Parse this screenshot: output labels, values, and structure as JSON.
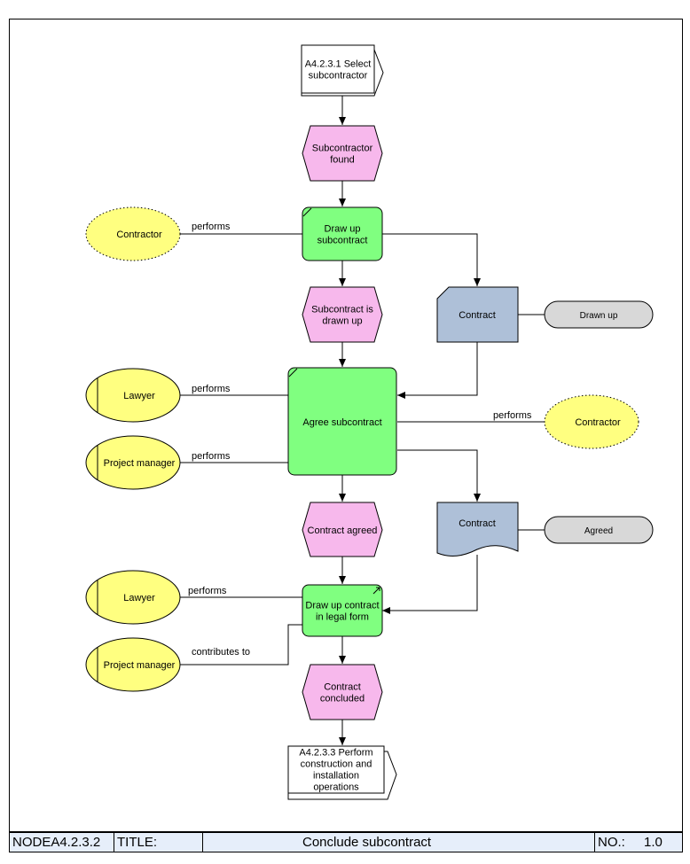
{
  "nodes": {
    "start_interface": {
      "lines": [
        "A4.2.3.1 Select",
        "subcontractor"
      ]
    },
    "event_found": {
      "lines": [
        "Subcontractor",
        "found"
      ]
    },
    "func_drawup": {
      "lines": [
        "Draw up",
        "subcontract"
      ]
    },
    "contractor1": {
      "lines": [
        "Contractor"
      ]
    },
    "event_drawnup": {
      "lines": [
        "Subcontract is",
        "drawn up"
      ]
    },
    "doc_contract1": {
      "lines": [
        "Contract"
      ]
    },
    "status_drawnup": {
      "lines": [
        "Drawn up"
      ]
    },
    "func_agree": {
      "lines": [
        "Agree subcontract"
      ]
    },
    "lawyer1": {
      "lines": [
        "Lawyer"
      ]
    },
    "pm1": {
      "lines": [
        "Project manager"
      ]
    },
    "contractor2": {
      "lines": [
        "Contractor"
      ]
    },
    "doc_contract2": {
      "lines": [
        "Contract"
      ]
    },
    "status_agreed": {
      "lines": [
        "Agreed"
      ]
    },
    "event_agreed": {
      "lines": [
        "Contract agreed"
      ]
    },
    "func_legal": {
      "lines": [
        "Draw up contract",
        "in legal form"
      ]
    },
    "lawyer2": {
      "lines": [
        "Lawyer"
      ]
    },
    "pm2": {
      "lines": [
        "Project manager"
      ]
    },
    "event_concluded": {
      "lines": [
        "Contract",
        "concluded"
      ]
    },
    "end_interface": {
      "lines": [
        "A4.2.3.3 Perform",
        "construction and",
        "installation",
        "operations"
      ]
    }
  },
  "edge_labels": {
    "contractor1": "performs",
    "lawyer1": "performs",
    "pm1": "performs",
    "contractor2": "performs",
    "lawyer2": "performs",
    "pm2": "contributes to"
  },
  "footer": {
    "node_id": "NODEA4.2.3.2",
    "title_label": "TITLE:",
    "title": "Conclude subcontract",
    "no_label": "NO.:",
    "no_value": "1.0"
  },
  "colors": {
    "event": "#f7b8ec",
    "function": "#80ff80",
    "org_unit": "#ffff80",
    "document": "#aec0d8",
    "status": "#d8d8d8",
    "footer": "#e6eefa"
  }
}
